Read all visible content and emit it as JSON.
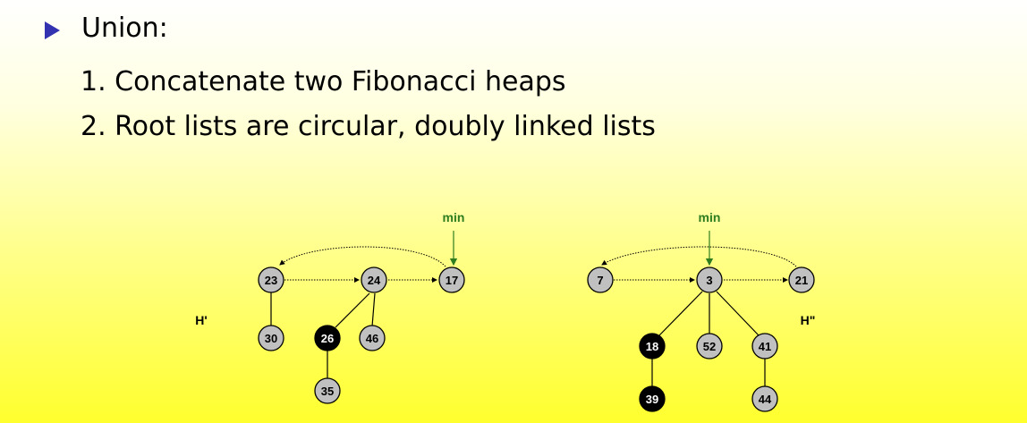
{
  "bullet": {
    "label": "Union:"
  },
  "items": [
    {
      "number": "1.",
      "text": "Concatenate two Fibonacci heaps"
    },
    {
      "number": "2.",
      "text": "Root lists are circular, doubly linked lists"
    }
  ],
  "heap_left": {
    "label": "H'",
    "min_label": "min",
    "roots": [
      "23",
      "24",
      "17"
    ],
    "nodes": [
      {
        "key": "23",
        "color": "gray"
      },
      {
        "key": "24",
        "color": "gray"
      },
      {
        "key": "17",
        "color": "gray"
      },
      {
        "key": "30",
        "color": "gray"
      },
      {
        "key": "26",
        "color": "black"
      },
      {
        "key": "46",
        "color": "gray"
      },
      {
        "key": "35",
        "color": "gray"
      }
    ]
  },
  "heap_right": {
    "label": "H\"",
    "min_label": "min",
    "roots": [
      "7",
      "3",
      "21"
    ],
    "nodes": [
      {
        "key": "7",
        "color": "gray"
      },
      {
        "key": "3",
        "color": "gray"
      },
      {
        "key": "21",
        "color": "gray"
      },
      {
        "key": "18",
        "color": "black"
      },
      {
        "key": "52",
        "color": "gray"
      },
      {
        "key": "41",
        "color": "gray"
      },
      {
        "key": "39",
        "color": "black"
      },
      {
        "key": "44",
        "color": "gray"
      }
    ]
  },
  "colors": {
    "bullet": "#3333b2",
    "node_gray": "#c0c0c0",
    "node_black": "#000000",
    "min_label": "#2e7d1e"
  }
}
